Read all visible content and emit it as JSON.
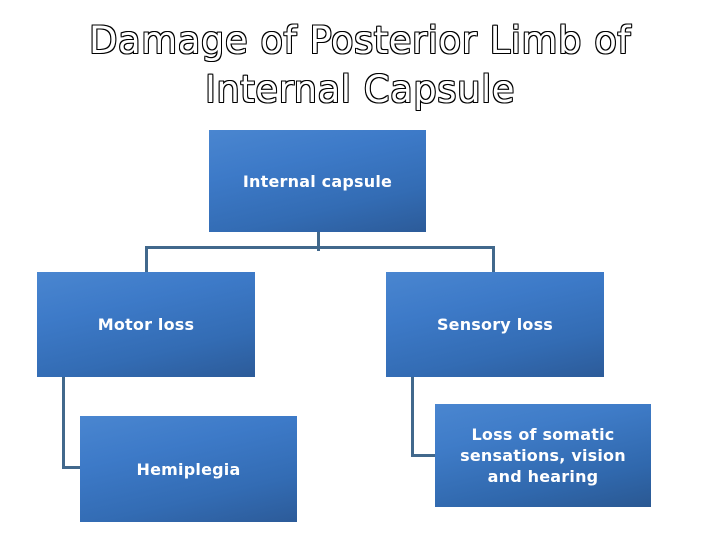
{
  "slide": {
    "title": "Damage of Posterior Limb of Internal Capsule",
    "background_color": "#ffffff"
  },
  "theme": {
    "box_fill_top": "#4a86d0",
    "box_fill_bottom": "#2c5b99",
    "box_text_color": "#ffffff",
    "connector_color": "#41688c",
    "title_fill_color": "#ffffff",
    "title_outline_color": "#000000"
  },
  "diagram": {
    "type": "hierarchy-flowchart",
    "nodes": [
      {
        "id": "root",
        "label": "Internal capsule",
        "level": 0
      },
      {
        "id": "motor",
        "label": "Motor loss",
        "level": 1
      },
      {
        "id": "sensory",
        "label": "Sensory loss",
        "level": 1
      },
      {
        "id": "hemi",
        "label": "Hemiplegia",
        "level": 2
      },
      {
        "id": "somatic",
        "label": "Loss of somatic sensations, vision and hearing",
        "level": 2
      }
    ],
    "edges": [
      {
        "from": "root",
        "to": "motor"
      },
      {
        "from": "root",
        "to": "sensory"
      },
      {
        "from": "motor",
        "to": "hemi"
      },
      {
        "from": "sensory",
        "to": "somatic"
      }
    ]
  }
}
